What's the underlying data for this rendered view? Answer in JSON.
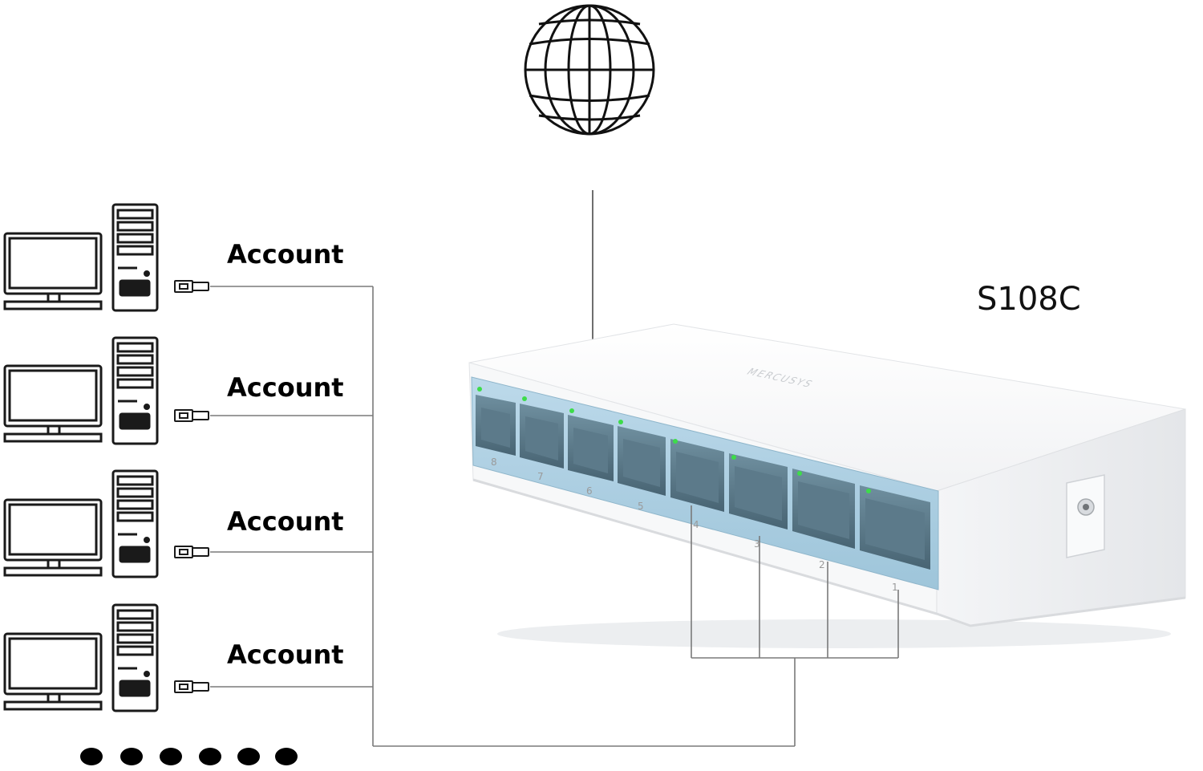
{
  "diagram": {
    "internet": {
      "icon": "globe-icon"
    },
    "switch": {
      "model": "S108C",
      "brand_text": "MERCUSYS",
      "ports": [
        "8",
        "7",
        "6",
        "5",
        "4",
        "3",
        "2",
        "1"
      ],
      "port_link_led_color": "#3ddc4a",
      "port_bezel_color": "#a9cde0",
      "body_color": "#fafafa"
    },
    "clients": [
      {
        "label": "Account",
        "icons": [
          "monitor-icon",
          "tower-pc-icon",
          "ethernet-plug-icon"
        ]
      },
      {
        "label": "Account",
        "icons": [
          "monitor-icon",
          "tower-pc-icon",
          "ethernet-plug-icon"
        ]
      },
      {
        "label": "Account",
        "icons": [
          "monitor-icon",
          "tower-pc-icon",
          "ethernet-plug-icon"
        ]
      },
      {
        "label": "Account",
        "icons": [
          "monitor-icon",
          "tower-pc-icon",
          "ethernet-plug-icon"
        ]
      }
    ],
    "more_indicator": {
      "dots": 6,
      "icon": "ellipsis-dots"
    },
    "line_color": "#7a7a7a"
  }
}
